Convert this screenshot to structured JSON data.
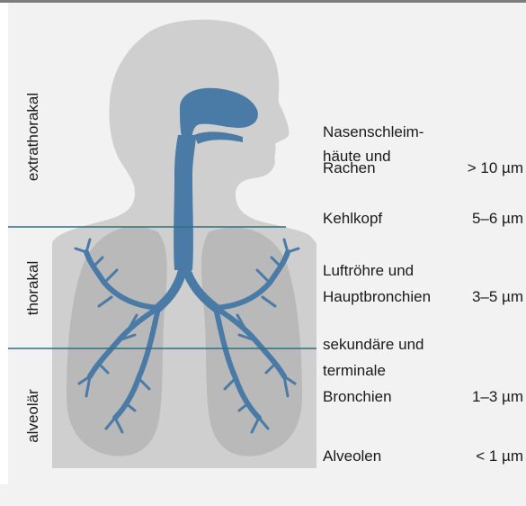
{
  "zones": {
    "extrathoracic": "extrathorakal",
    "thoracic": "thorakal",
    "alveolar": "alveolär"
  },
  "regions": [
    {
      "label_lines": [
        "Nasenschleim-",
        "häute und",
        "Rachen"
      ],
      "size": "> 10 µm"
    },
    {
      "label_lines": [
        "Kehlkopf"
      ],
      "size": "5–6 µm"
    },
    {
      "label_lines": [
        "Luftröhre und",
        "Hauptbronchien"
      ],
      "size": "3–5 µm"
    },
    {
      "label_lines": [
        "sekundäre und",
        "terminale",
        "Bronchien"
      ],
      "size": "1–3 µm"
    },
    {
      "label_lines": [
        "Alveolen"
      ],
      "size": "< 1 µm"
    }
  ],
  "colors": {
    "background": "#f2f2f2",
    "silhouette": "#cfcfcf",
    "lung": "#b9b9b9",
    "airway": "#4a7aa6",
    "divider": "#2e6f82"
  }
}
